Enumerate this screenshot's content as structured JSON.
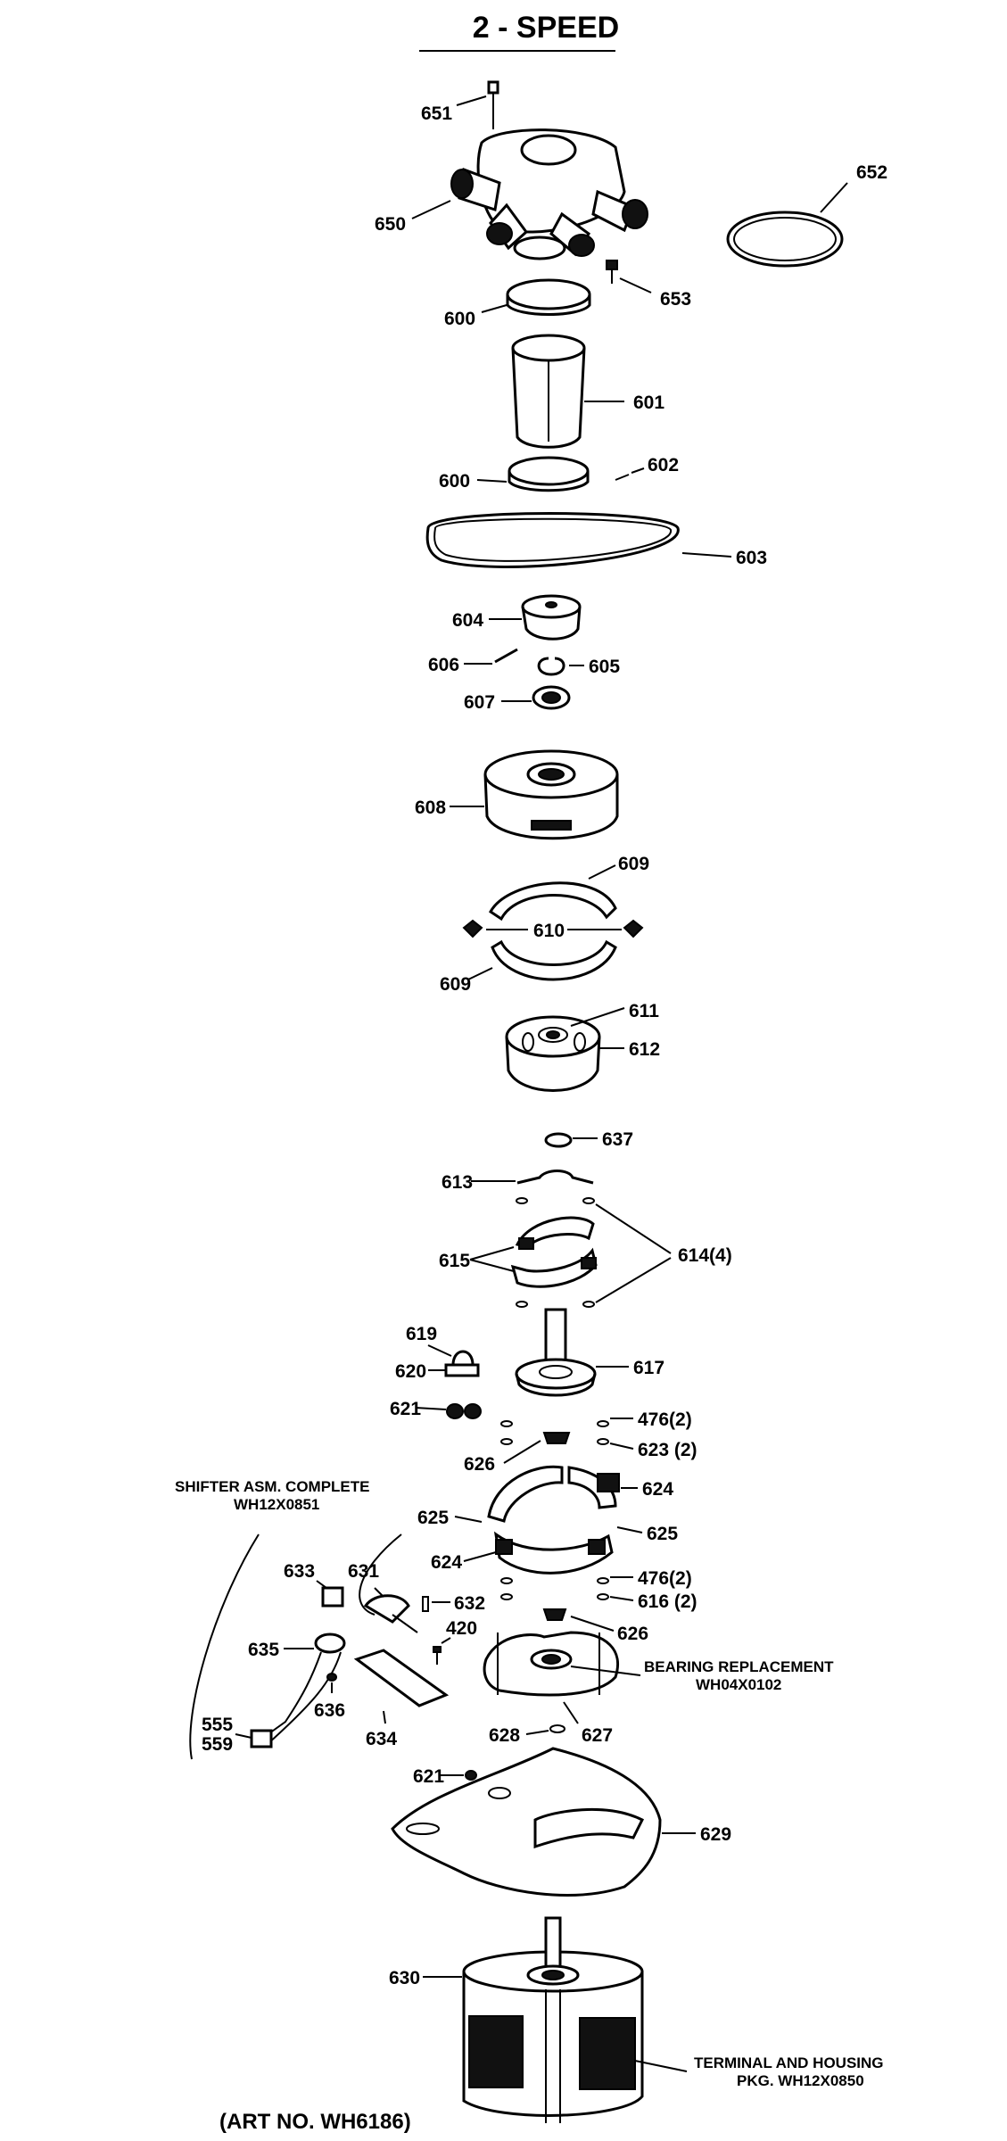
{
  "title": "2 - SPEED",
  "art_number": "(ART NO. WH6186)",
  "callouts": {
    "shifter": {
      "line1": "SHIFTER ASM. COMPLETE",
      "line2": "WH12X0851"
    },
    "bearing": {
      "line1": "BEARING REPLACEMENT",
      "line2": "WH04X0102"
    },
    "terminal": {
      "line1": "TERMINAL AND HOUSING",
      "line2": "PKG. WH12X0850"
    }
  },
  "labels": {
    "p651": "651",
    "p650": "650",
    "p652": "652",
    "p653": "653",
    "p600a": "600",
    "p601": "601",
    "p600b": "600",
    "p602": "602",
    "p603": "603",
    "p604": "604",
    "p606": "606",
    "p605": "605",
    "p607": "607",
    "p608": "608",
    "p609a": "609",
    "p610": "610",
    "p609b": "609",
    "p611": "611",
    "p612": "612",
    "p637": "637",
    "p613": "613",
    "p615": "615",
    "p614": "614(4)",
    "p619": "619",
    "p620": "620",
    "p617": "617",
    "p621a": "621",
    "p476a": "476(2)",
    "p626a": "626",
    "p623": "623 (2)",
    "p624a": "624",
    "p625a": "625",
    "p625b": "625",
    "p624b": "624",
    "p633": "633",
    "p631": "631",
    "p632": "632",
    "p476b": "476(2)",
    "p616": "616 (2)",
    "p626b": "626",
    "p635": "635",
    "p420": "420",
    "p636": "636",
    "p634": "634",
    "p555": "555",
    "p559": "559",
    "p628": "628",
    "p627": "627",
    "p621b": "621",
    "p629": "629",
    "p630": "630"
  }
}
